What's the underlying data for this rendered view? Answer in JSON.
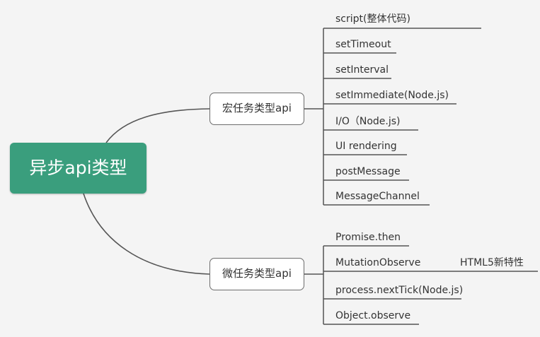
{
  "root": {
    "label": "异步api类型"
  },
  "macro": {
    "label": "宏任务类型api",
    "items": [
      "script(整体代码)",
      "setTimeout",
      "setInterval",
      "setImmediate(Node.js)",
      "I/O（Node.js)",
      "UI rendering",
      "postMessage",
      "MessageChannel"
    ]
  },
  "micro": {
    "label": "微任务类型api",
    "items": [
      "Promise.then",
      "MutationObserve",
      "process.nextTick(Node.js)",
      "Object.observe"
    ],
    "note": "HTML5新特性"
  }
}
